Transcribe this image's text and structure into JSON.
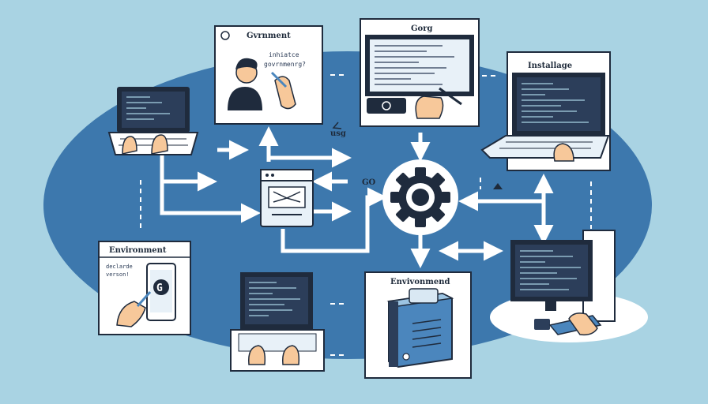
{
  "panels": {
    "top_left": {
      "title": "Gvrnment",
      "lines": [
        "inhiatce",
        "govrnmenrg?"
      ]
    },
    "top_center": {
      "title": "Gorg"
    },
    "top_right": {
      "title": "Installage"
    },
    "bottom_left": {
      "title": "Environment",
      "lines": [
        "declarde",
        "verson!"
      ],
      "phone_glyph": "G"
    },
    "bottom_center": {
      "title": "Envivonmend"
    }
  },
  "floating_labels": {
    "usg": "usg",
    "go": "GO"
  },
  "icons": [
    "gear-icon",
    "laptop-icon",
    "monitor-icon",
    "server-icon",
    "phone-icon",
    "browser-icon"
  ],
  "colors": {
    "background": "#a9d3e3",
    "ellipse": "#3d78ad",
    "dark": "#1f2b3d",
    "panel": "#ffffff",
    "accent": "#4b86bd"
  }
}
